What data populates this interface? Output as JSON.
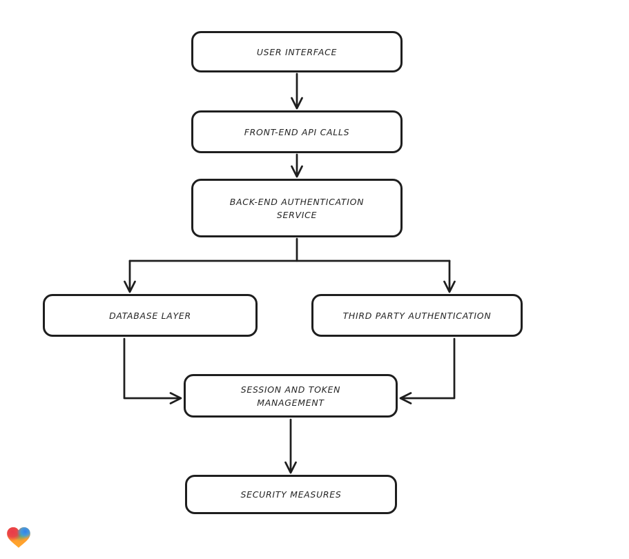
{
  "canvas": {
    "background": "#ffffff",
    "stroke_color": "#1e1e1e",
    "text_color": "#242424"
  },
  "diagram": {
    "type": "flowchart",
    "style": "hand-drawn",
    "nodes": [
      {
        "id": "user-interface",
        "label": "USER INTERFACE"
      },
      {
        "id": "front-end-api-calls",
        "label": "FRONT-END API CALLS"
      },
      {
        "id": "back-end-authentication-service",
        "label": "BACK-END AUTHENTICATION SERVICE"
      },
      {
        "id": "database-layer",
        "label": "DATABASE LAYER"
      },
      {
        "id": "third-party-authentication",
        "label": "THIRD PARTY AUTHENTICATION"
      },
      {
        "id": "session-and-token-management",
        "label": "SESSION AND TOKEN MANAGEMENT"
      },
      {
        "id": "security-measures",
        "label": "SECURITY MEASURES"
      }
    ],
    "edges": [
      {
        "from": "user-interface",
        "to": "front-end-api-calls"
      },
      {
        "from": "front-end-api-calls",
        "to": "back-end-authentication-service"
      },
      {
        "from": "back-end-authentication-service",
        "to": "database-layer"
      },
      {
        "from": "back-end-authentication-service",
        "to": "third-party-authentication"
      },
      {
        "from": "database-layer",
        "to": "session-and-token-management"
      },
      {
        "from": "third-party-authentication",
        "to": "session-and-token-management"
      },
      {
        "from": "session-and-token-management",
        "to": "security-measures"
      }
    ]
  },
  "branding": {
    "logo": "gradient-heart",
    "colors": {
      "red": "#e83a4b",
      "blue": "#2f7ff0",
      "teal": "#3fae6e",
      "orange": "#ff9a2e"
    }
  }
}
